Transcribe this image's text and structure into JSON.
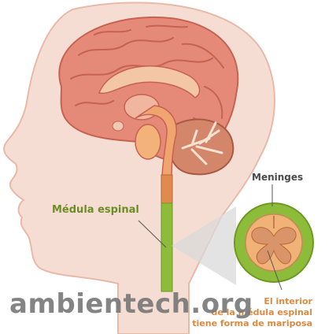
{
  "labels": {
    "spinal_cord": "Médula espinal",
    "meninges": "Meninges",
    "caption_line1": "El interior",
    "caption_line2": "de la médula espinal",
    "caption_line3": "tiene forma de mariposa"
  },
  "watermark": "ambientech.org",
  "colors": {
    "head_skin": "#f6ddd3",
    "head_outline": "#e8b9a8",
    "brain": "#e58a78",
    "brain_shadow": "#c6624f",
    "cerebellum": "#d4866a",
    "spinal_cord_highlight": "#8dbb3a",
    "spinal_cord_upper": "#e08a4f",
    "meninges_ring": "#8dbb3a",
    "cross_section": "#f0b277",
    "label_green": "#6b8e23",
    "caption_orange": "#d98a42"
  }
}
